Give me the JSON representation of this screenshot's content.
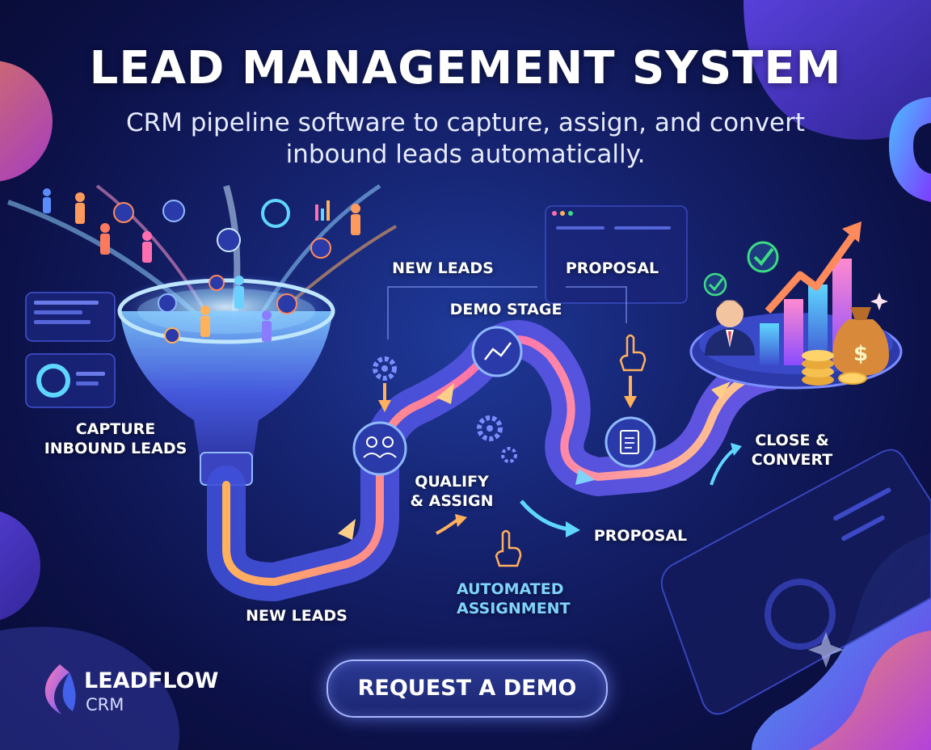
{
  "header": {
    "title": "LEAD MANAGEMENT SYSTEM",
    "subtitle": "CRM pipeline software to capture, assign, and convert inbound leads automatically."
  },
  "labels": {
    "capture": "CAPTURE",
    "capture_line2": "INBOUND LEADS",
    "new_leads_top": "NEW LEADS",
    "proposal_top": "PROPOSAL",
    "demo_stage": "DEMO STAGE",
    "qualify": "QUALIFY",
    "qualify_line2": "& ASSIGN",
    "proposal_mid": "PROPOSAL",
    "close": "CLOSE &",
    "close_line2": "CONVERT",
    "automated": "AUTOMATED",
    "automated_line2": "ASSIGNMENT",
    "new_leads_bottom": "NEW LEADS"
  },
  "cta": {
    "label": "REQUEST A DEMO"
  },
  "brand": {
    "name": "LEADFLOW",
    "sub": "CRM"
  },
  "colors": {
    "background": "#0d1147",
    "accent_pink": "#ff6fb0",
    "accent_orange": "#ffb15c",
    "accent_cyan": "#5fd6ff",
    "accent_purple": "#8a5cff",
    "check_green": "#3ddc84"
  },
  "icons": [
    "funnel-icon",
    "people-icon",
    "chart-icon",
    "gear-icon",
    "document-icon",
    "hand-pointer-icon",
    "check-icon",
    "money-bag-icon",
    "coins-icon",
    "businessman-icon",
    "arrow-up-icon"
  ]
}
